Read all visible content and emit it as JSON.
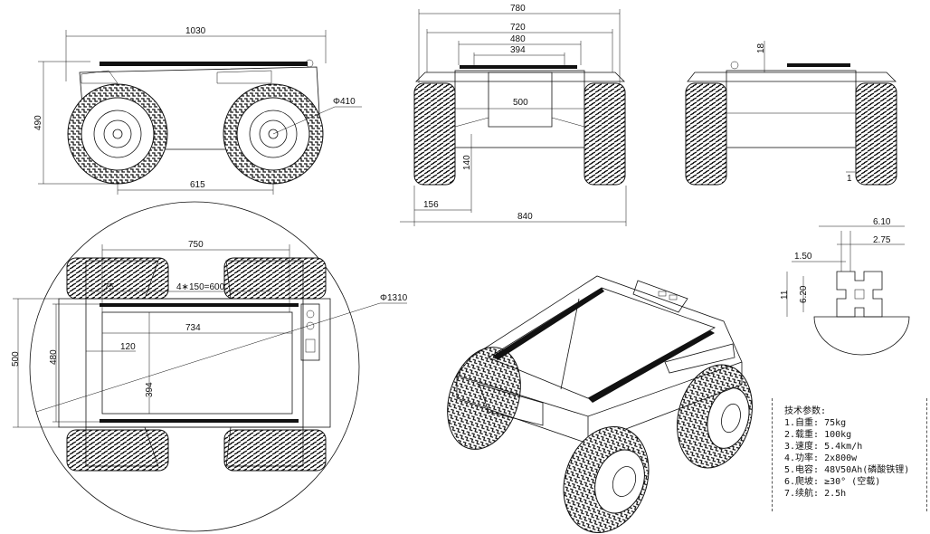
{
  "side_view": {
    "length": "1030",
    "height": "490",
    "wheel_diameter": "Φ410",
    "wheelbase": "615"
  },
  "front_view": {
    "overall_width": "780",
    "top_width": "720",
    "inner_width_a": "480",
    "inner_width_b": "394",
    "body_width": "500",
    "ground_clearance": "140",
    "track_offset": "156",
    "track_width": "840"
  },
  "rear_view": {
    "top_height": "18",
    "bottom_mark": "1"
  },
  "top_view": {
    "length": "750",
    "offset": "75",
    "hole_spacing": "4∗150=600",
    "deck_length": "734",
    "side_offset": "120",
    "deck_width": "394",
    "inner_width": "480",
    "outer_width": "500",
    "turning_circle": "Φ1310"
  },
  "profile_detail": {
    "dim_a": "6.10",
    "dim_b": "2.75",
    "dim_c": "1.50",
    "dim_d": "6.20",
    "dim_e": "11"
  },
  "specs": {
    "title": "技术参数:",
    "items": [
      "1.自重: 75kg",
      "2.载重: 100kg",
      "3.速度: 5.4km/h",
      "4.功率: 2x800w",
      "5.电容: 48V50Ah(磷酸铁锂)",
      "6.爬坡: ≥30° (空载)",
      "7.续航: 2.5h"
    ]
  }
}
